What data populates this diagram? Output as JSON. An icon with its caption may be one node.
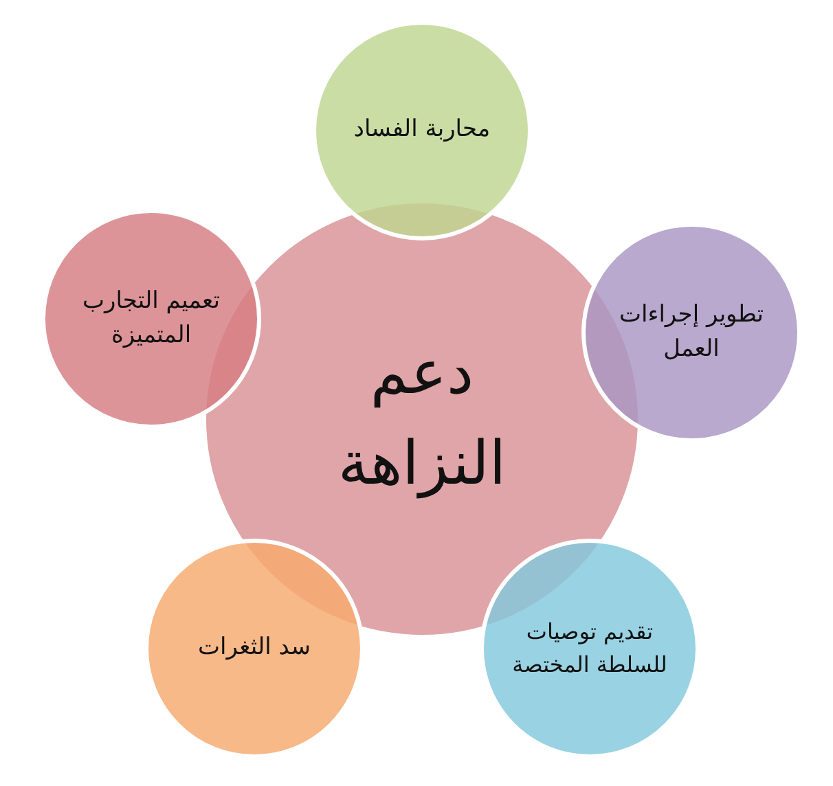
{
  "diagram": {
    "nodes": [
      {
        "text": [
          "دعم النزاهة"
        ]
      },
      {
        "text": [
          "محاربة الفساد"
        ]
      },
      {
        "text": [
          "تطوير إجراءات العمل"
        ]
      },
      {
        "text": [
          "تقديم توصيات للسلطة المختصة"
        ]
      },
      {
        "text": [
          "سد الثغرات"
        ]
      },
      {
        "text": [
          "تعميم التجارب المتميزة"
        ]
      }
    ]
  }
}
